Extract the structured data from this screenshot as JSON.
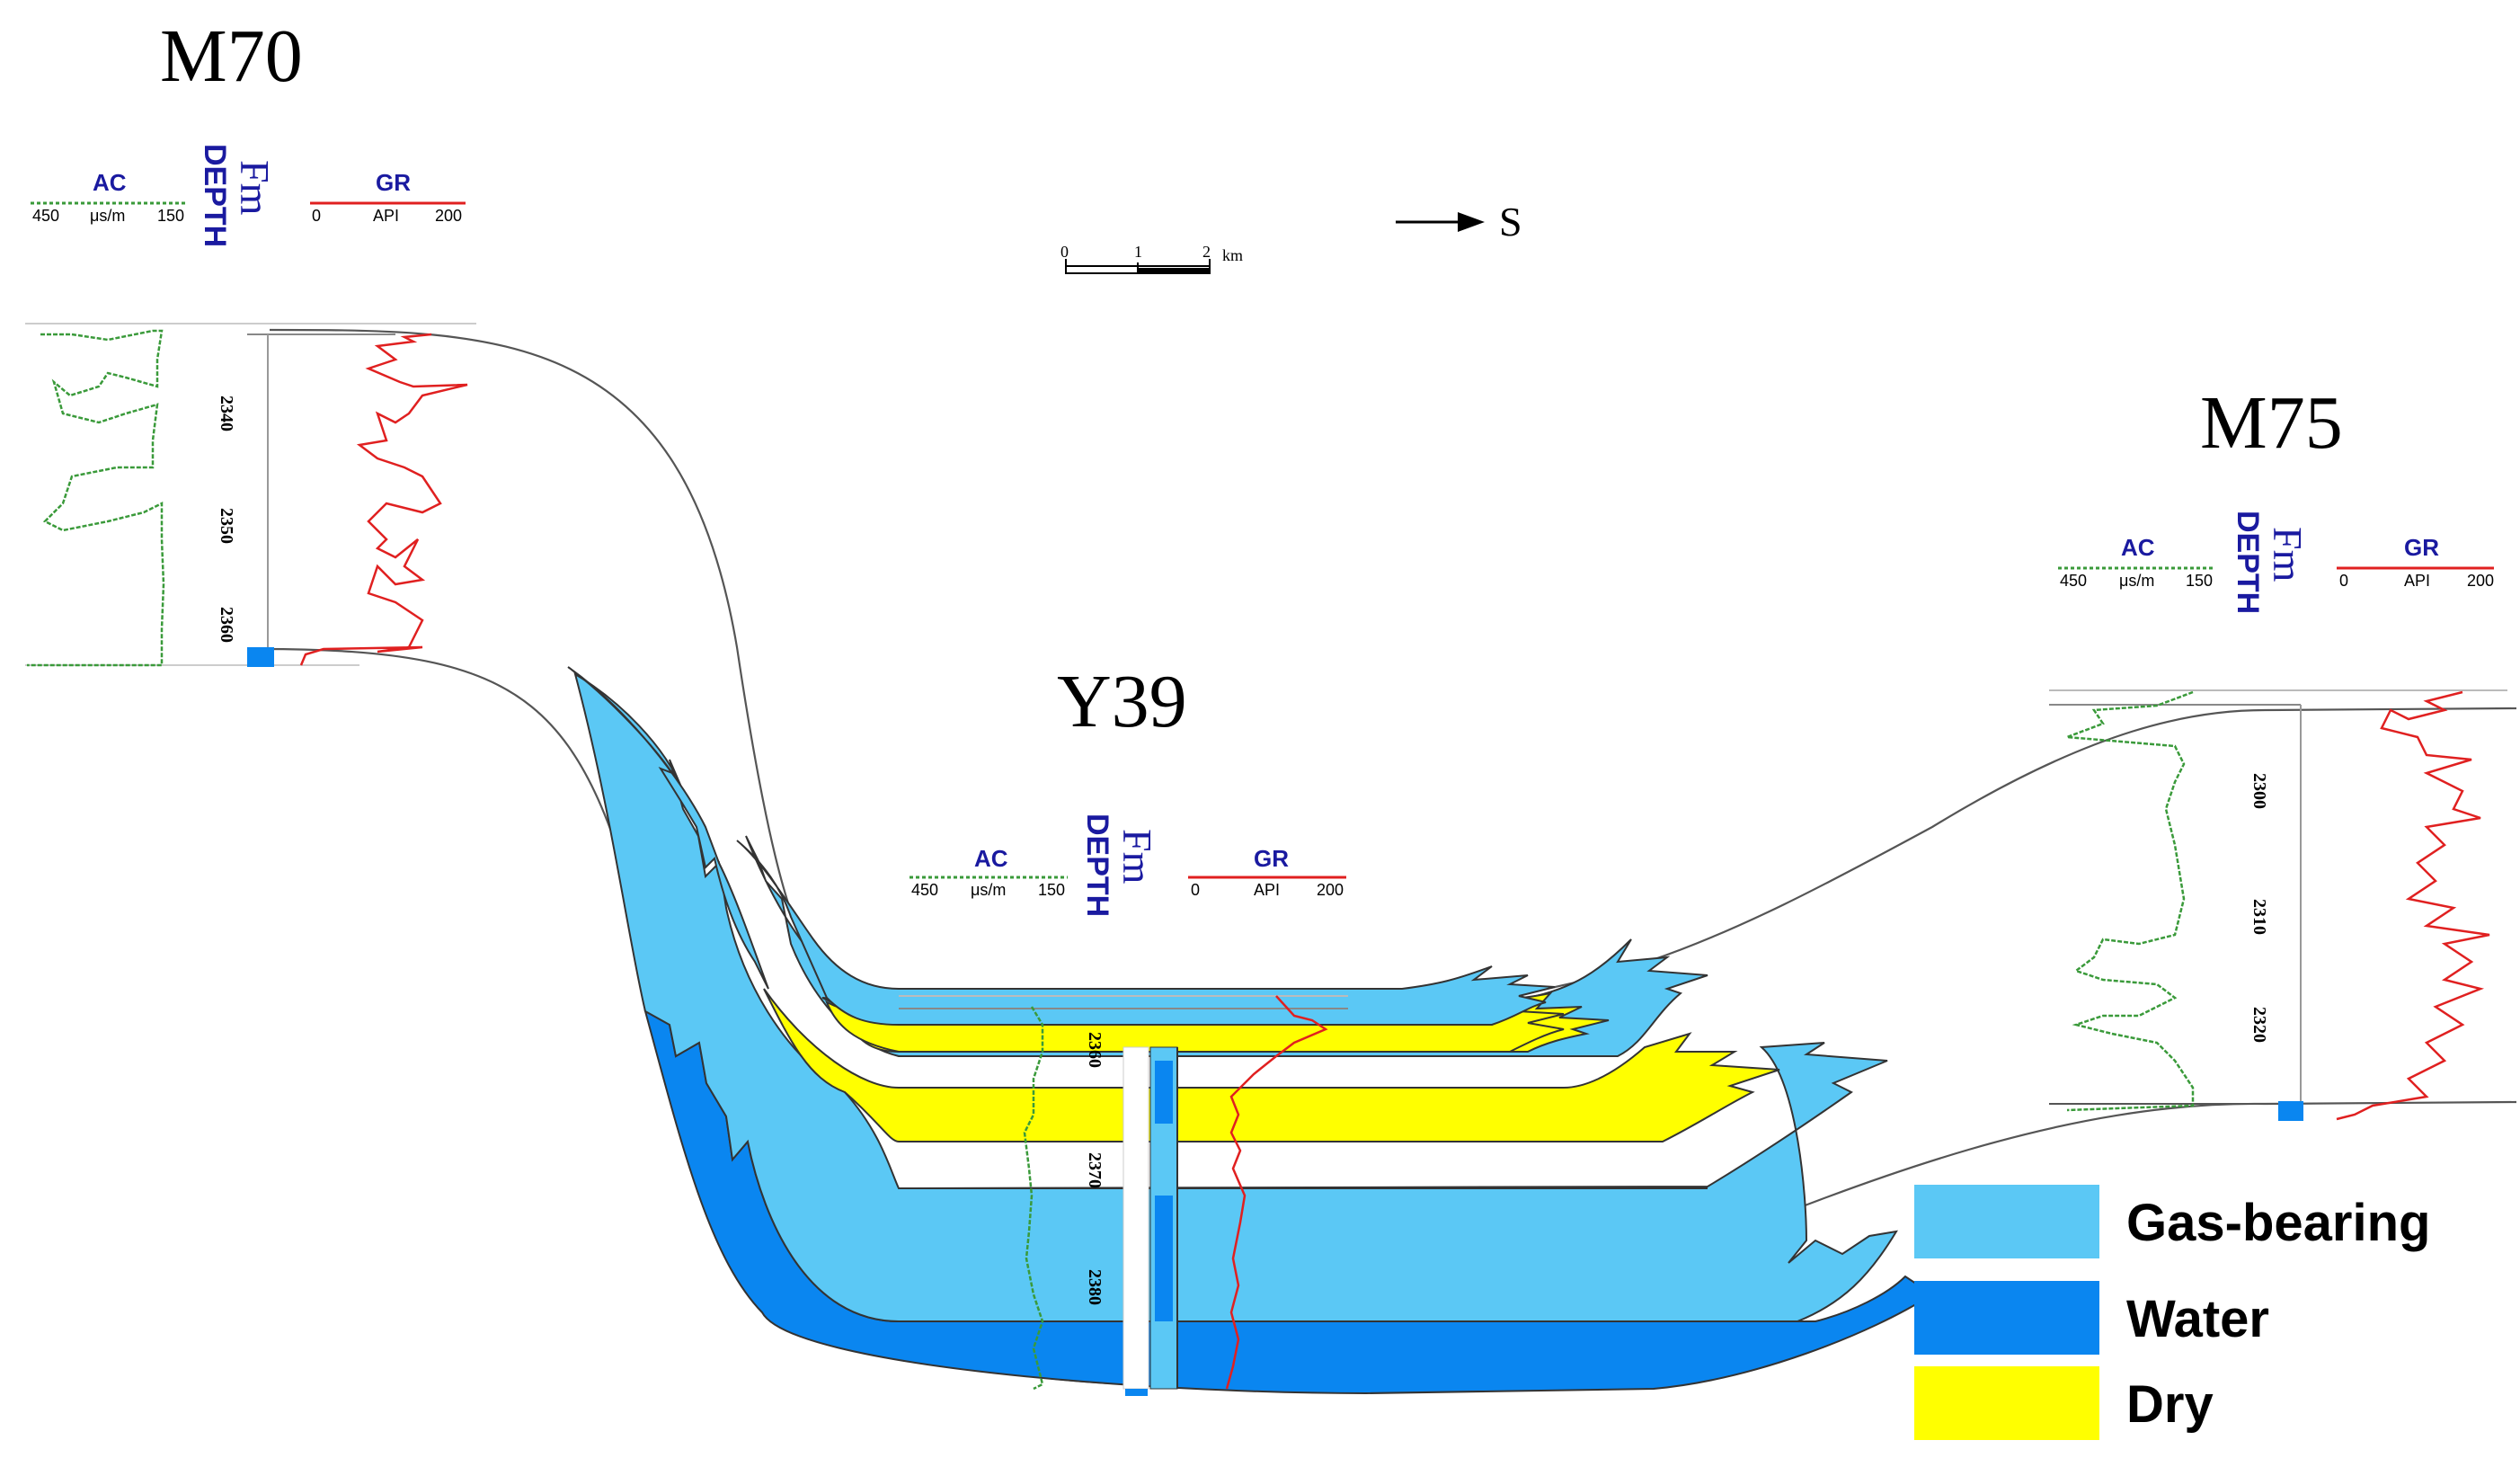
{
  "wells": [
    {
      "name": "M70",
      "ac": {
        "label": "AC",
        "min": "450",
        "unit": "μs/m",
        "max": "150"
      },
      "gr": {
        "label": "GR",
        "min": "0",
        "unit": "API",
        "max": "200"
      },
      "depth_label": "DEPTH",
      "fm_label": "Fm",
      "depth_ticks": [
        "2340",
        "2350",
        "2360"
      ]
    },
    {
      "name": "Y39",
      "ac": {
        "label": "AC",
        "min": "450",
        "unit": "μs/m",
        "max": "150"
      },
      "gr": {
        "label": "GR",
        "min": "0",
        "unit": "API",
        "max": "200"
      },
      "depth_label": "DEPTH",
      "fm_label": "Fm",
      "depth_ticks": [
        "2360",
        "2370",
        "2380"
      ]
    },
    {
      "name": "M75",
      "ac": {
        "label": "AC",
        "min": "450",
        "unit": "μs/m",
        "max": "150"
      },
      "gr": {
        "label": "GR",
        "min": "0",
        "unit": "API",
        "max": "200"
      },
      "depth_label": "DEPTH",
      "fm_label": "Fm",
      "depth_ticks": [
        "2300",
        "2310",
        "2320"
      ]
    }
  ],
  "scale_bar": {
    "labels": [
      "0",
      "1",
      "2"
    ],
    "unit": "km"
  },
  "direction": {
    "label": "S"
  },
  "legend": [
    {
      "label": "Gas-bearing",
      "color": "#5bc8f5"
    },
    {
      "label": "Water",
      "color": "#0a86f0"
    },
    {
      "label": "Dry",
      "color": "#ffff00"
    }
  ],
  "colors": {
    "ac_curve": "#3a9a3a",
    "gr_curve": "#e02020",
    "gas": "#5bc8f5",
    "water": "#0a86f0",
    "dry": "#ffff00"
  }
}
